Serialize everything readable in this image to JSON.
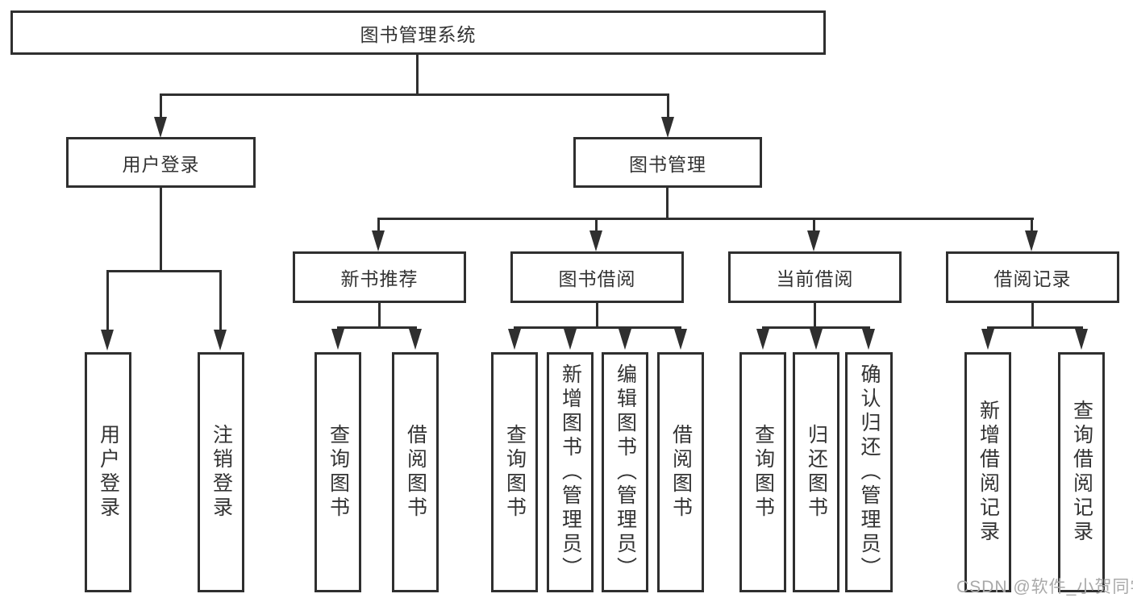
{
  "diagram": {
    "root": {
      "label": "图书管理系统"
    },
    "branches": [
      {
        "label": "用户登录",
        "children": [
          {
            "label": "用户登录"
          },
          {
            "label": "注销登录"
          }
        ]
      },
      {
        "label": "图书管理",
        "groups": [
          {
            "label": "新书推荐",
            "children": [
              {
                "label": "查询图书"
              },
              {
                "label": "借阅图书"
              }
            ]
          },
          {
            "label": "图书借阅",
            "children": [
              {
                "label": "查询图书"
              },
              {
                "label": "新增图书（管理员）"
              },
              {
                "label": "编辑图书（管理员）"
              },
              {
                "label": "借阅图书"
              }
            ]
          },
          {
            "label": "当前借阅",
            "children": [
              {
                "label": "查询图书"
              },
              {
                "label": "归还图书"
              },
              {
                "label": "确认归还（管理员）"
              }
            ]
          },
          {
            "label": "借阅记录",
            "children": [
              {
                "label": "新增借阅记录"
              },
              {
                "label": "查询借阅记录"
              }
            ]
          }
        ]
      }
    ]
  },
  "watermark": {
    "text": "CSDN @软件_小贺同学",
    "color": "#a9a9a9"
  },
  "colors": {
    "line": "#2f2f2f",
    "text": "#333333",
    "background": "#ffffff"
  }
}
